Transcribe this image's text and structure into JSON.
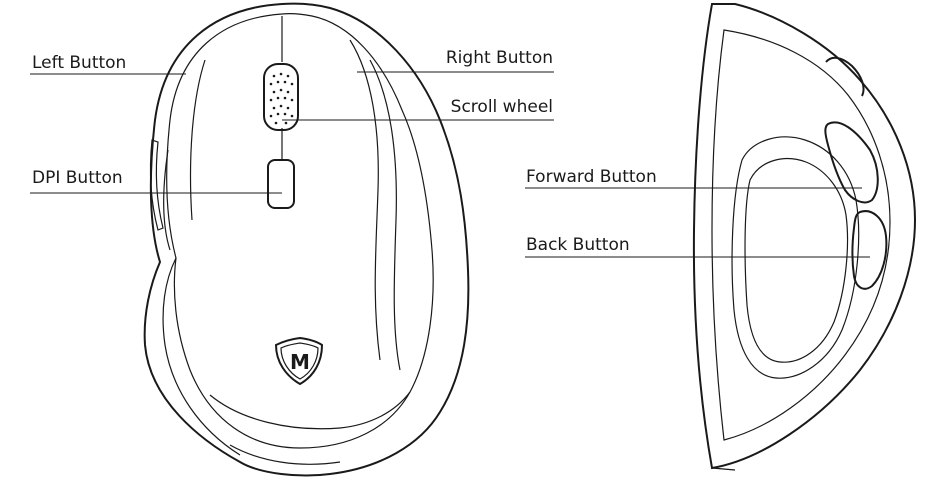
{
  "labels": {
    "left_button": "Left Button",
    "right_button": "Right Button",
    "scroll_wheel": "Scroll wheel",
    "dpi_button": "DPI Button",
    "forward_button": "Forward Button",
    "back_button": "Back Button"
  },
  "logo": {
    "letter": "M"
  },
  "colors": {
    "ink": "#1a1a1a",
    "background": "#ffffff"
  }
}
